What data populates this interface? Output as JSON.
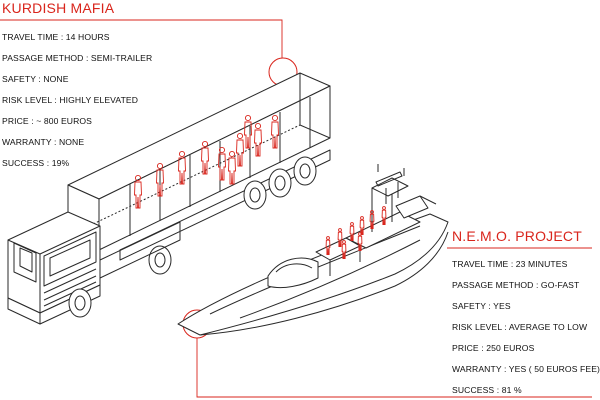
{
  "colors": {
    "accent": "#d9251c",
    "ink": "#2a2a2a",
    "text": "#111111"
  },
  "left_panel": {
    "title": "KURDISH MAFIA",
    "facts": [
      "TRAVEL TIME : 14 HOURS",
      "PASSAGE METHOD : SEMI-TRAILER",
      "SAFETY : NONE",
      "RISK LEVEL : HIGHLY ELEVATED",
      "PRICE : ~ 800 EUROS",
      "WARRANTY : NONE",
      "SUCCESS : 19%"
    ]
  },
  "right_panel": {
    "title": "N.E.M.O. PROJECT",
    "facts": [
      "TRAVEL TIME : 23 MINUTES",
      "PASSAGE METHOD : GO-FAST",
      "SAFETY : YES",
      "RISK LEVEL : AVERAGE TO LOW",
      "PRICE : 250 EUROS",
      "WARRANTY : YES ( 50 EUROS FEE)",
      "SUCCESS : 81 %"
    ]
  },
  "illustrations": {
    "truck": "semi-trailer-truck-illustration",
    "boat": "speedboat-illustration"
  }
}
